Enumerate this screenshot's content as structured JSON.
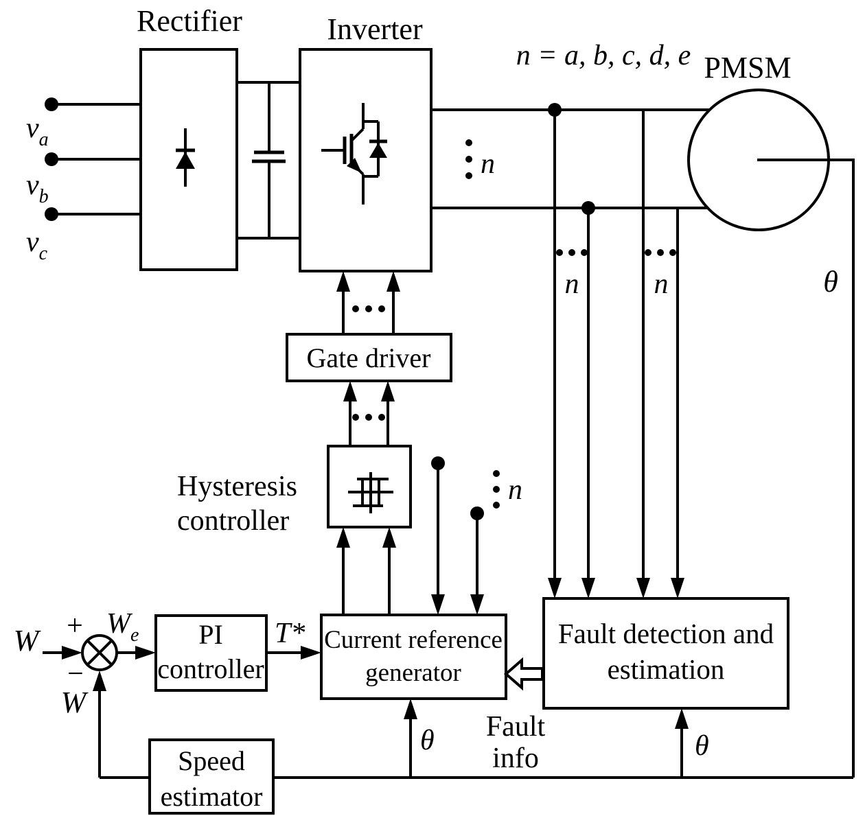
{
  "diagram": {
    "colors": {
      "line": "#000000",
      "background": "#ffffff"
    },
    "blocks": {
      "rectifier": "Rectifier",
      "inverter": "Inverter",
      "pmsm": "PMSM",
      "gate_driver": "Gate driver",
      "hysteresis_line1": "Hysteresis",
      "hysteresis_line2": "controller",
      "pi_line1": "PI",
      "pi_line2": "controller",
      "crg_line1": "Current reference",
      "crg_line2": "generator",
      "fault_line1": "Fault detection and",
      "fault_line2": "estimation",
      "speed_line1": "Speed",
      "speed_line2": "estimator"
    },
    "signals": {
      "phase_set_note": "n = a, b, c, d, e",
      "v": "v",
      "sub_a": "a",
      "sub_b": "b",
      "sub_c": "c",
      "n": "n",
      "theta": "θ",
      "w_ref": "W",
      "w_error_base": "W",
      "w_error_sub": "e",
      "plus": "+",
      "minus": "−",
      "w_feedback": "W",
      "torque_ref": "T*",
      "fault_info_line1": "Fault",
      "fault_info_line2": "info"
    }
  }
}
